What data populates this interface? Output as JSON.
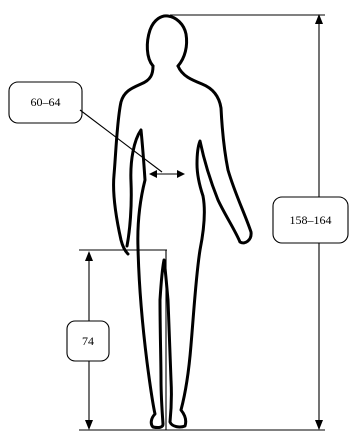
{
  "measurements": {
    "waist": "60–64",
    "height": "158–164",
    "leg": "74"
  }
}
